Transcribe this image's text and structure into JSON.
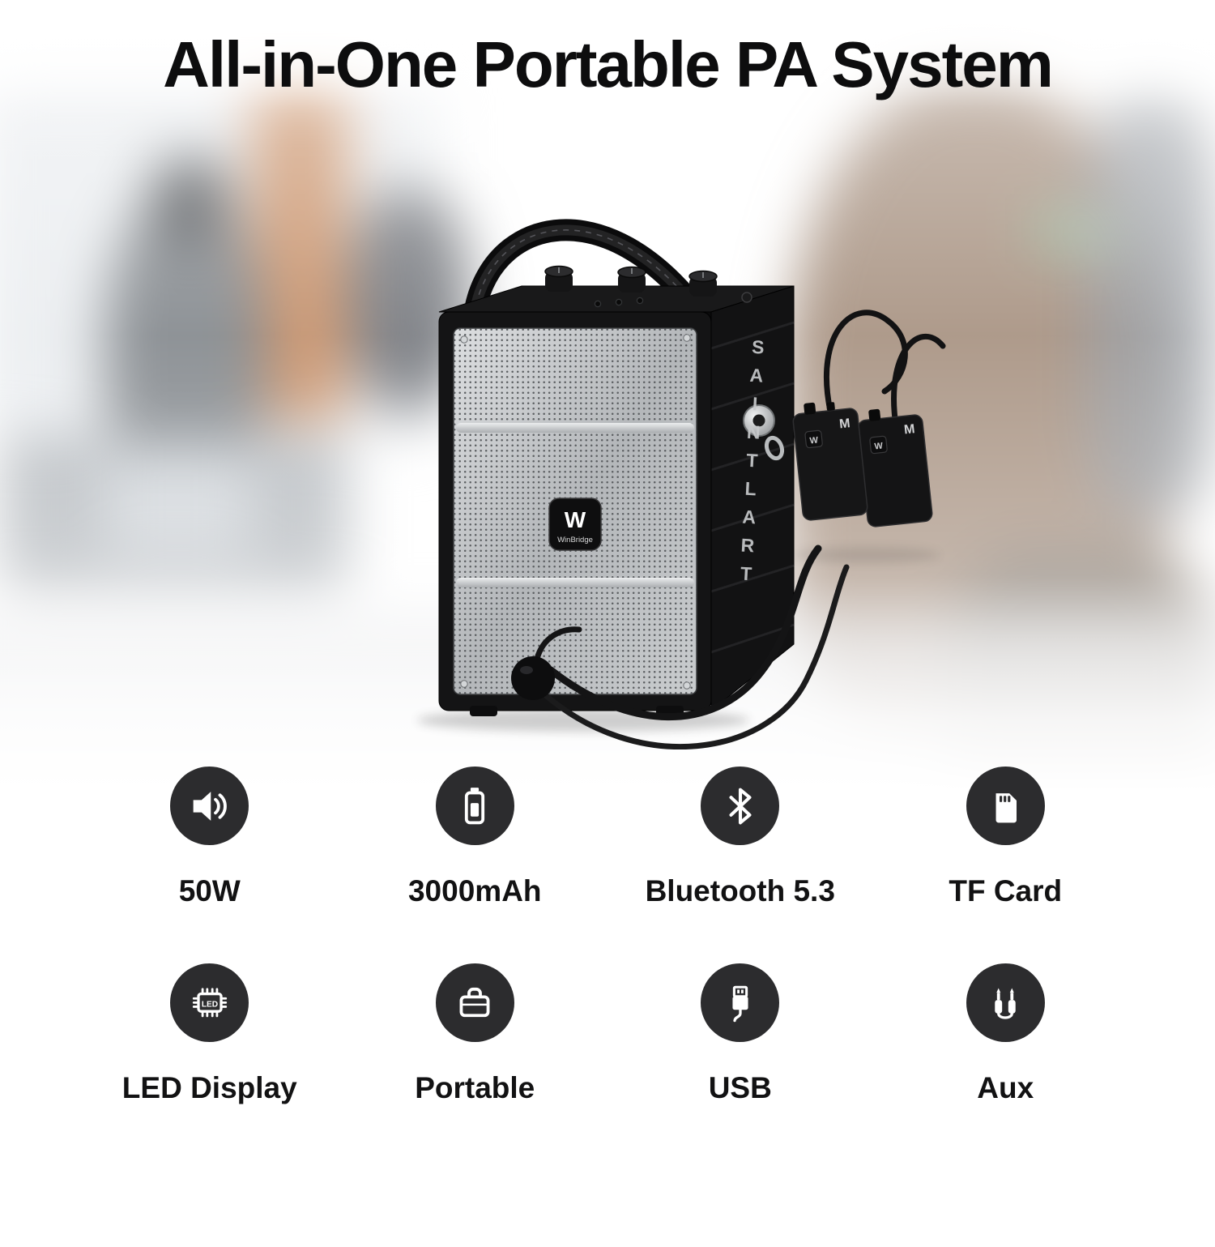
{
  "page": {
    "title": "All-in-One Portable PA System"
  },
  "product": {
    "brand_logo_letter": "W",
    "brand_name": "WinBridge",
    "side_text": "SAINTLART",
    "transmitter_label": "M"
  },
  "features": [
    {
      "icon": "speaker-volume-icon",
      "label": "50W"
    },
    {
      "icon": "battery-icon",
      "label": "3000mAh"
    },
    {
      "icon": "bluetooth-icon",
      "label": "Bluetooth 5.3"
    },
    {
      "icon": "tf-card-icon",
      "label": "TF Card"
    },
    {
      "icon": "led-display-icon",
      "label": "LED Display",
      "chip_text": "LED"
    },
    {
      "icon": "portable-case-icon",
      "label": "Portable"
    },
    {
      "icon": "usb-icon",
      "label": "USB"
    },
    {
      "icon": "aux-cable-icon",
      "label": "Aux"
    }
  ],
  "colors": {
    "title_text": "#0d0d0e",
    "icon_circle": "#2c2c2e",
    "icon_glyph": "#ffffff",
    "label_text": "#121213",
    "speaker_grille": "#c3c6c9",
    "speaker_body": "#141415"
  }
}
